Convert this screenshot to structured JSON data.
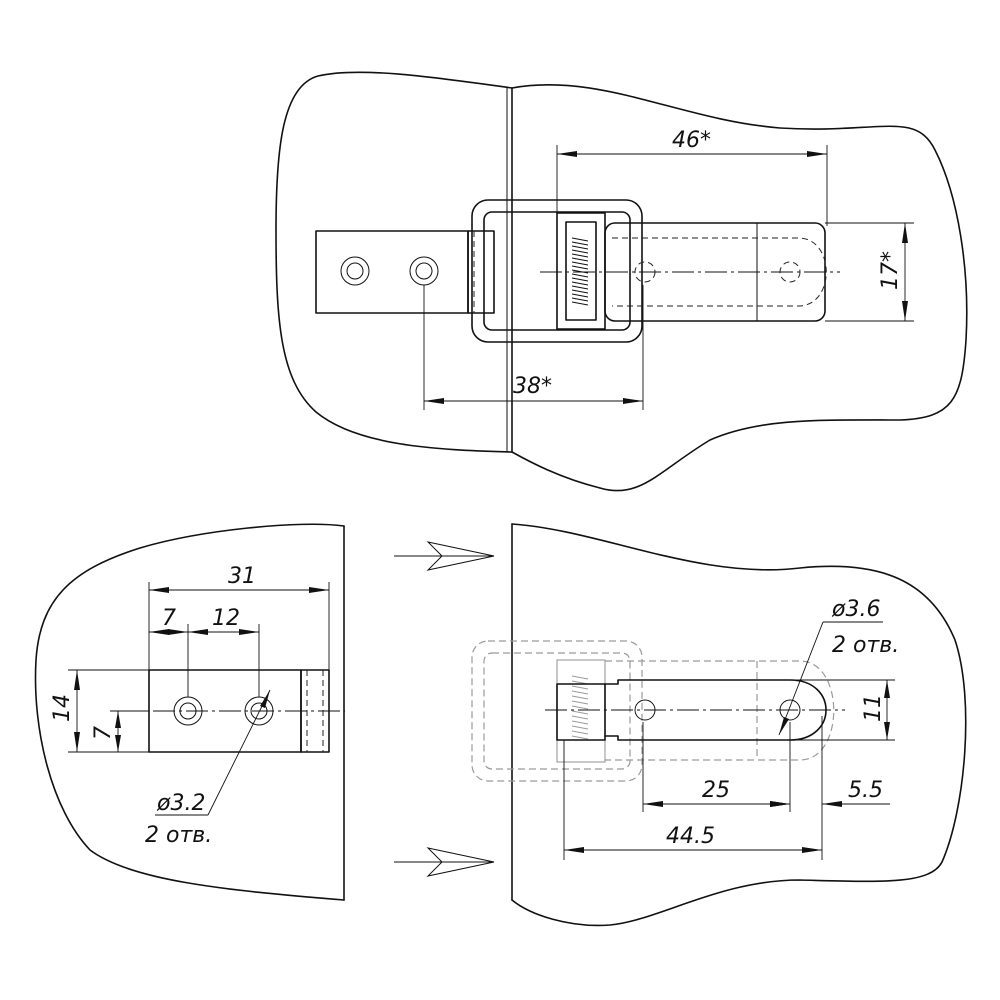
{
  "views": {
    "assembled": {
      "dim_length_46": "46*",
      "dim_height_17": "17*",
      "dim_spacing_38": "38*"
    },
    "strike_plate": {
      "dim_length_31": "31",
      "dim_offset_7": "7",
      "dim_pitch_12": "12",
      "dim_height_14": "14",
      "dim_center_7": "7",
      "hole_diameter": "ø3.2",
      "hole_count": "2 отв."
    },
    "latch_body": {
      "hole_diameter": "ø3.6",
      "hole_count": "2 отв.",
      "dim_height_11": "11",
      "dim_pitch_25": "25",
      "dim_end_5_5": "5.5",
      "dim_length_44_5": "44.5"
    }
  }
}
